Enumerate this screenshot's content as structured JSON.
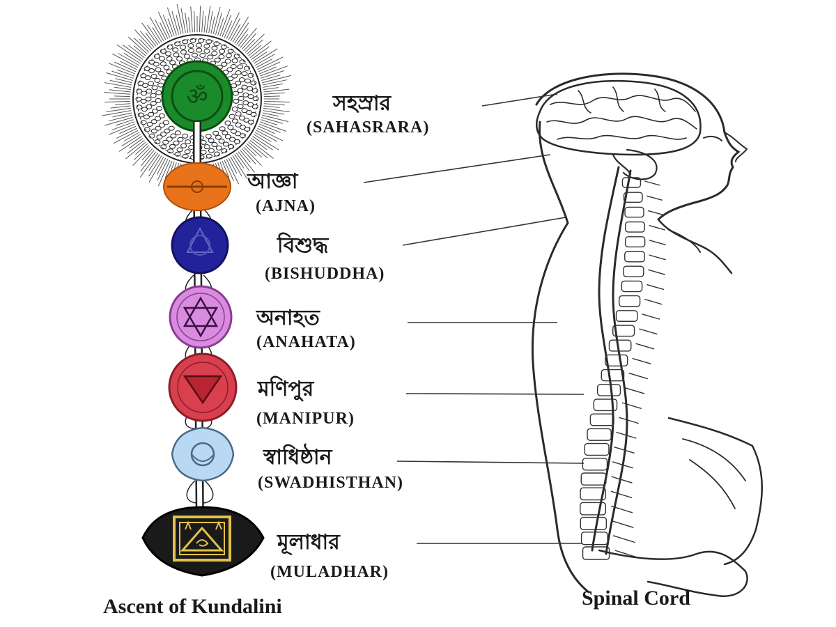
{
  "chakras": [
    {
      "bengali": "সহস্রার",
      "english": "(SAHASRARA)",
      "color": "#1a8a2a"
    },
    {
      "bengali": "আজ্ঞা",
      "english": "(AJNA)",
      "color": "#e8731a"
    },
    {
      "bengali": "বিশুদ্ধ",
      "english": "(BISHUDDHA)",
      "color": "#22229a"
    },
    {
      "bengali": "অনাহত",
      "english": "(ANAHATA)",
      "color": "#d98be0"
    },
    {
      "bengali": "মণিপুর",
      "english": "(MANIPUR)",
      "color": "#d8404e"
    },
    {
      "bengali": "স্বাধিষ্ঠান",
      "english": "(SWADHISTHAN)",
      "color": "#b9d8f2"
    },
    {
      "bengali": "মূলাধার",
      "english": "(MULADHAR)",
      "color": "#1a1a1a"
    }
  ],
  "captions": {
    "left": "Ascent of Kundalini",
    "right": "Spinal Cord"
  },
  "symbols": {
    "sahasrara": "ॐ"
  }
}
